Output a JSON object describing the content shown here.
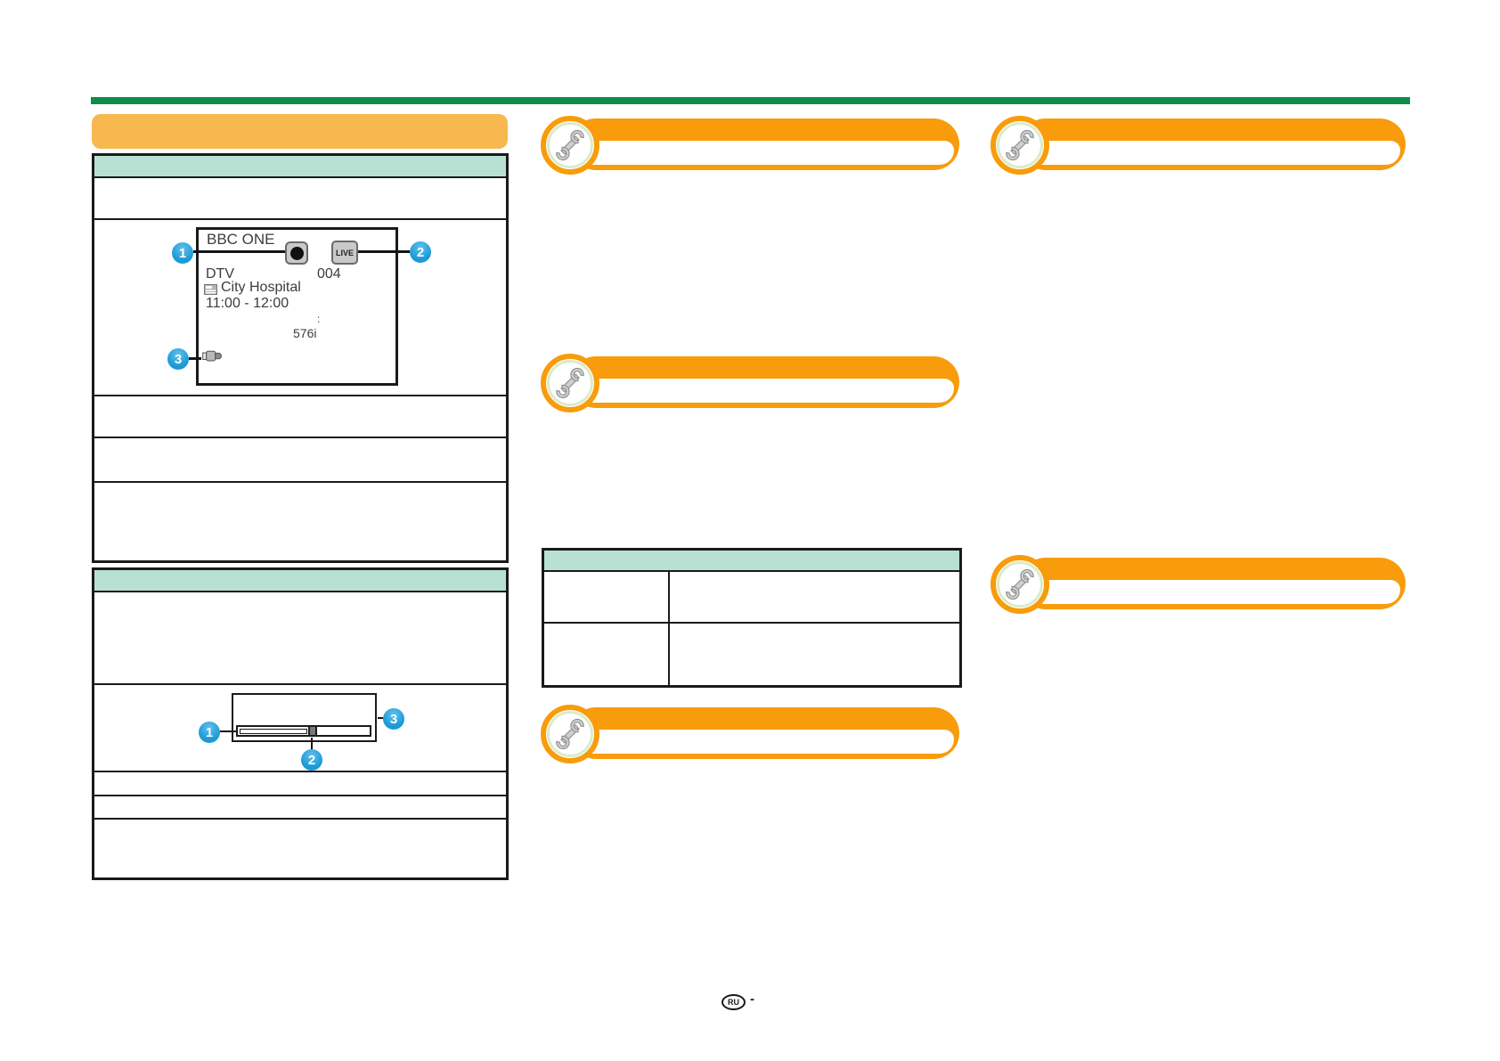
{
  "page": {
    "kind": "tv-operation-manual-page",
    "footer": {
      "language_badge": "RU",
      "page_separator": "-"
    },
    "colors": {
      "green_rule": "#0E8C4A",
      "banner_orange": "#F89C0C",
      "header_bar_orange": "#F8B850",
      "section_header_teal": "#B9E1D3",
      "callout_blue": "#1C9AD6"
    },
    "icons": [
      "wrench-icon",
      "record-icon",
      "live-badge",
      "program-guide-icon",
      "usb-device-icon"
    ]
  },
  "osd": {
    "channel_name": "BBC ONE",
    "broadcast_type": "DTV",
    "channel_number": "004",
    "program_title": "City Hospital",
    "time_range": "11:00 - 12:00",
    "colon": ":",
    "resolution": "576i",
    "live_badge": "LIVE",
    "callouts": [
      "1",
      "2",
      "3"
    ]
  },
  "progress_diagram": {
    "callouts": [
      "1",
      "2",
      "3"
    ]
  }
}
